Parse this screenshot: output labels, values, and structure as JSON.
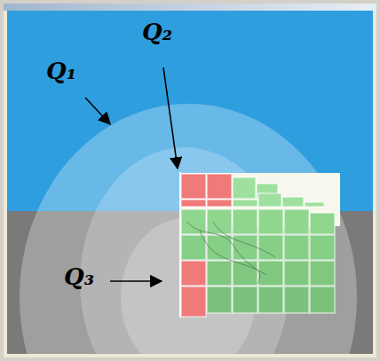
{
  "diagram": {
    "labels": [
      "Q₁",
      "Q₂",
      "Q₃"
    ]
  }
}
